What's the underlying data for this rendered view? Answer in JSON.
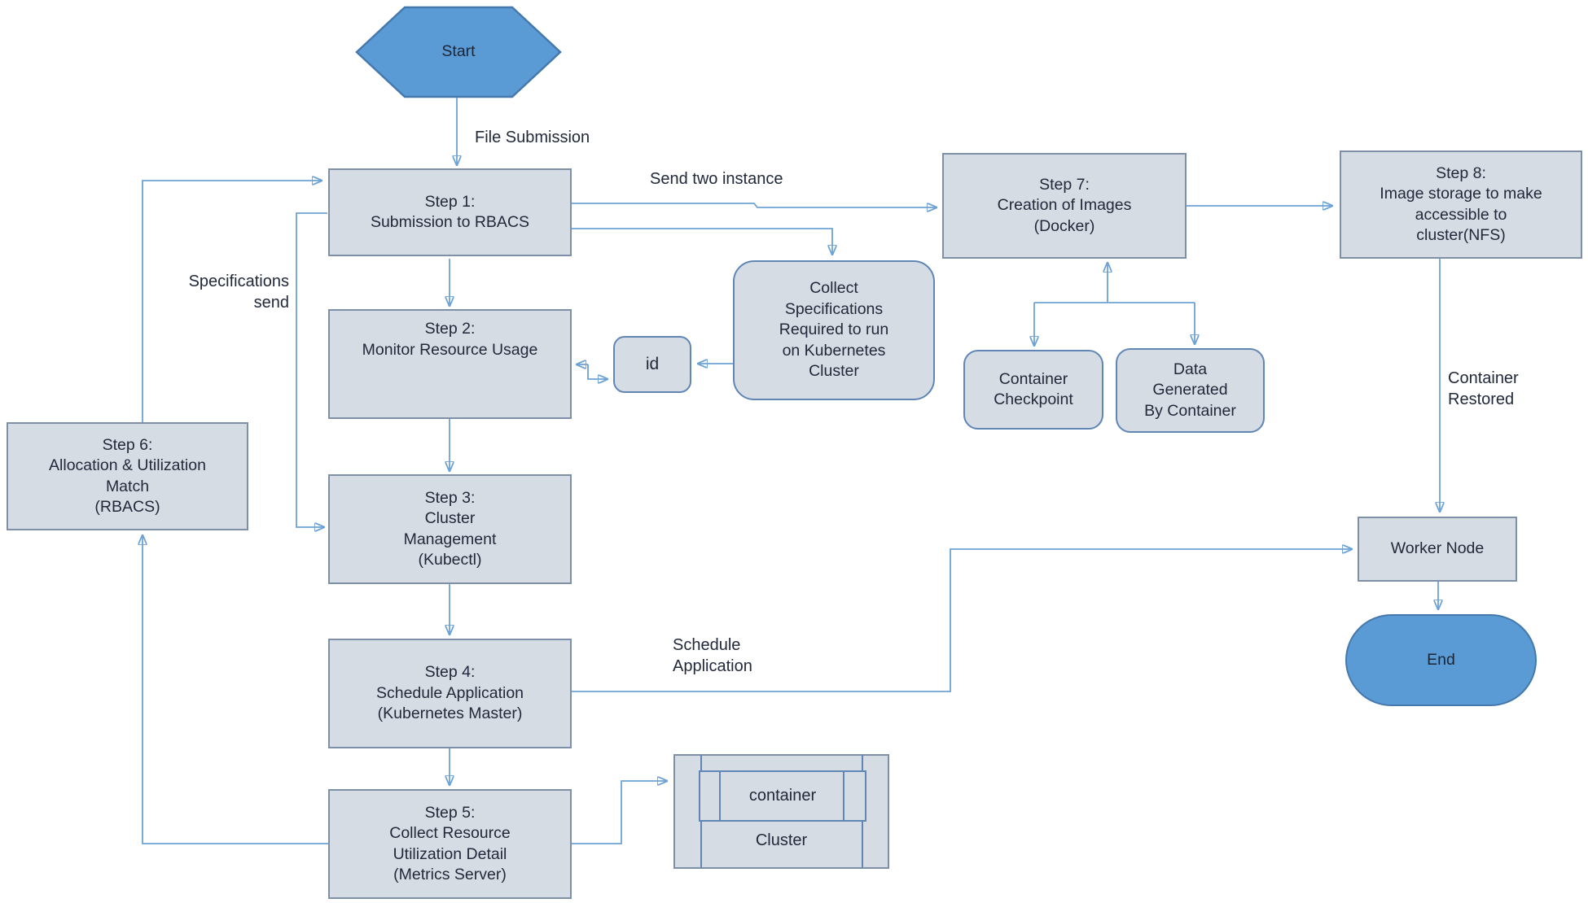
{
  "diagram": {
    "nodes": {
      "start": {
        "label": "Start"
      },
      "step1": {
        "label": "Step 1:\nSubmission to RBACS"
      },
      "step2": {
        "label": "Step 2:\nMonitor Resource Usage"
      },
      "step3": {
        "label": "Step 3:\nCluster\nManagement\n(Kubectl)"
      },
      "step4": {
        "label": "Step 4:\nSchedule Application\n(Kubernetes Master)"
      },
      "step5": {
        "label": "Step 5:\nCollect Resource\nUtilization Detail\n(Metrics Server)"
      },
      "step6": {
        "label": "Step 6:\nAllocation & Utilization\nMatch\n(RBACS)"
      },
      "step7": {
        "label": "Step 7:\nCreation of Images\n(Docker)"
      },
      "step8": {
        "label": "Step 8:\nImage storage to make\naccessible to\ncluster(NFS)"
      },
      "collect_specs": {
        "label": "Collect\nSpecifications\nRequired to run\non Kubernetes\nCluster"
      },
      "id_box": {
        "label": "id"
      },
      "container_checkpoint": {
        "label": "Container\nCheckpoint"
      },
      "data_generated": {
        "label": "Data\nGenerated\nBy Container"
      },
      "worker_node": {
        "label": "Worker Node"
      },
      "end": {
        "label": "End"
      },
      "container": {
        "label": "container"
      },
      "cluster": {
        "label": "Cluster"
      }
    },
    "edge_labels": {
      "file_submission": "File Submission",
      "send_two_instance": "Send two instance",
      "specifications_send": "Specifications\nsend",
      "schedule_application": "Schedule\nApplication",
      "container_restored": "Container\nRestored"
    },
    "colors": {
      "accent_fill": "#5b9bd5",
      "accent_border": "#4579ad",
      "shape_fill": "#d6dce4",
      "shape_border": "#7e90a8",
      "rounded_border": "#5f86b4",
      "line_color": "#6da2d5",
      "text_color": "#22293a"
    }
  }
}
